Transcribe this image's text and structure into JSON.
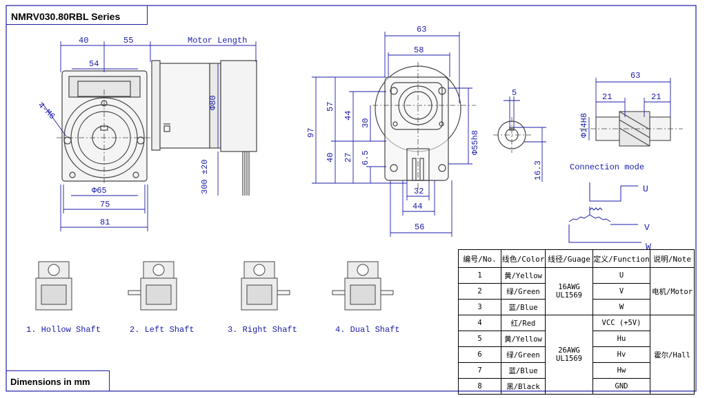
{
  "title": "NMRV030.80RBL Series",
  "units_note": "Dimensions in mm",
  "front_view": {
    "dim_top_left": "40",
    "dim_top_right": "55",
    "dim_motor_length": "Motor Length",
    "dim_54": "54",
    "dim_hole": "4-M6",
    "dim_d80": "Φ80",
    "dim_300": "300 ±20",
    "dim_d65": "Φ65",
    "dim_75": "75",
    "dim_81": "81"
  },
  "side_view": {
    "dim_63": "63",
    "dim_58": "58",
    "dim_97": "97",
    "dim_57": "57",
    "dim_44": "44",
    "dim_30": "30",
    "dim_40": "40",
    "dim_27": "27",
    "dim_6_5": "6.5",
    "dim_d55": "Φ55h8",
    "dim_32": "32",
    "dim_44b": "44",
    "dim_56": "56"
  },
  "shaft_view": {
    "dim_5": "5",
    "dim_16_3": "16.3"
  },
  "connection": {
    "dim_63": "63",
    "dim_21a": "21",
    "dim_21b": "21",
    "dim_d14": "Φ14H8",
    "caption": "Connection mode"
  },
  "phases": {
    "u": "U",
    "v": "V",
    "w": "W"
  },
  "variants": [
    {
      "label": "1. Hollow Shaft"
    },
    {
      "label": "2. Left Shaft"
    },
    {
      "label": "3. Right Shaft"
    },
    {
      "label": "4. Dual Shaft"
    }
  ],
  "wire_table": {
    "headers": [
      "编号/No.",
      "线色/Color",
      "线径/Guage",
      "定义/Function",
      "说明/Note"
    ],
    "rows": [
      {
        "no": "1",
        "color": "黄/Yellow",
        "function": "U"
      },
      {
        "no": "2",
        "color": "绿/Green",
        "function": "V"
      },
      {
        "no": "3",
        "color": "蓝/Blue",
        "function": "W"
      },
      {
        "no": "4",
        "color": "红/Red",
        "function": "VCC (+5V)"
      },
      {
        "no": "5",
        "color": "黄/Yellow",
        "function": "Hu"
      },
      {
        "no": "6",
        "color": "绿/Green",
        "function": "Hv"
      },
      {
        "no": "7",
        "color": "蓝/Blue",
        "function": "Hw"
      },
      {
        "no": "8",
        "color": "黑/Black",
        "function": "GND"
      }
    ],
    "gauge_motor": "16AWG\nUL1569",
    "gauge_hall": "26AWG\nUL1569",
    "note_motor": "电机/Motor",
    "note_hall": "霍尔/Hall"
  },
  "colors": {
    "line": "#1a1aa8",
    "part": "#444444"
  }
}
